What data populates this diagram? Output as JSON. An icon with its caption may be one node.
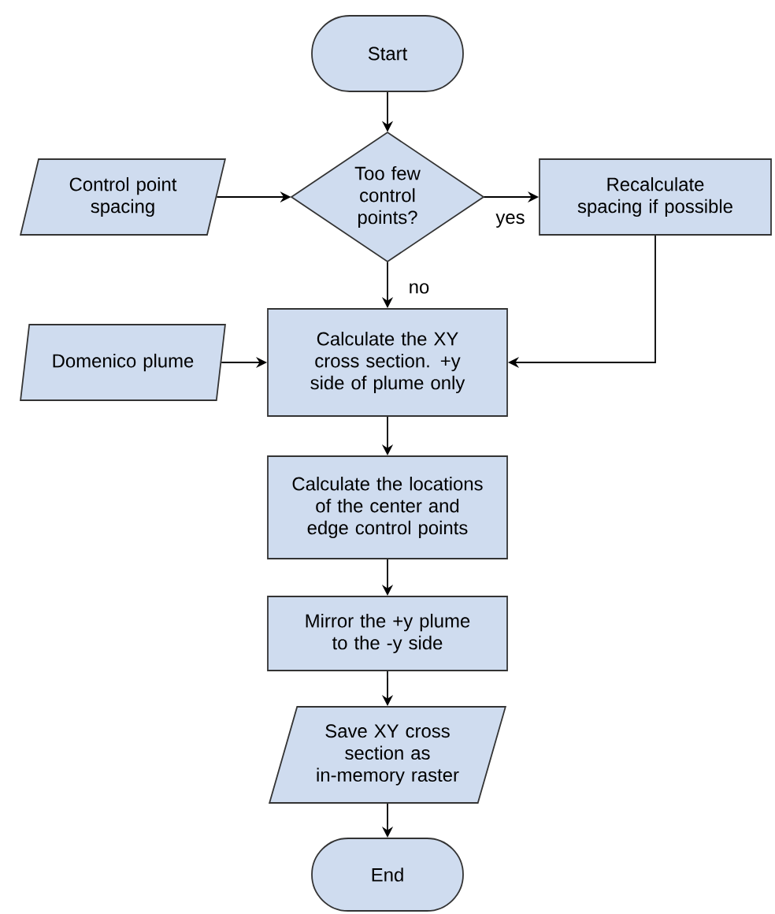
{
  "diagram": {
    "nodes": [
      {
        "text": [
          "Start"
        ]
      },
      {
        "text": [
          "Control point spacing"
        ]
      },
      {
        "text": [
          "Too few control points?"
        ]
      },
      {
        "text": [
          "Recalculate spacing if possible"
        ]
      },
      {
        "text": [
          "Domenico plume"
        ]
      },
      {
        "text": [
          "Calculate the XY cross section.  +y side of plume only"
        ]
      },
      {
        "text": [
          "Calculate the locations of the center and edge control points"
        ]
      },
      {
        "text": [
          "Mirror the +y plume to the -y side"
        ]
      },
      {
        "text": [
          "Save XY cross section as in-memory raster"
        ]
      },
      {
        "text": [
          "End"
        ]
      }
    ],
    "edges": [
      {
        "from": 0,
        "to": 2,
        "arrow": "to"
      },
      {
        "from": 1,
        "to": 2,
        "arrow": "to"
      },
      {
        "from": 2,
        "to": 3,
        "arrow": "to",
        "label": "yes"
      },
      {
        "from": 2,
        "to": 5,
        "arrow": "to",
        "label": "no"
      },
      {
        "from": 3,
        "to": 5,
        "arrow": "to"
      },
      {
        "from": 4,
        "to": 5,
        "arrow": "to"
      },
      {
        "from": 5,
        "to": 6,
        "arrow": "to"
      },
      {
        "from": 6,
        "to": 7,
        "arrow": "to"
      },
      {
        "from": 7,
        "to": 8,
        "arrow": "to"
      },
      {
        "from": 8,
        "to": 9,
        "arrow": "to"
      }
    ]
  }
}
